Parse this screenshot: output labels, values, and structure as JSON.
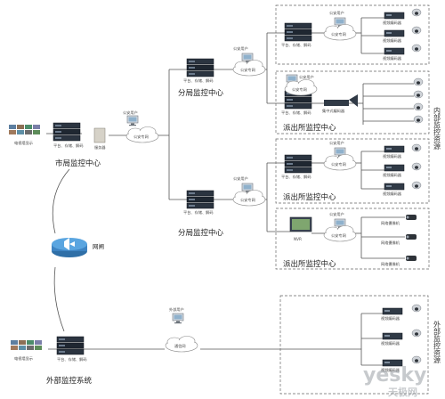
{
  "center": {
    "title": "市局监控中心",
    "monitor_label": "电视墙显示",
    "platform_label": "平台、存储、解码",
    "server_label": "服务器",
    "user_label": "公安用户",
    "network_label": "公安专网"
  },
  "branch_top": {
    "title": "分局监控中心",
    "platform_label": "平台、存储、解码",
    "user_label": "公安用户",
    "network_label": "公安专网"
  },
  "branch_bottom": {
    "title": "分局监控中心",
    "platform_label": "平台、存储、解码",
    "user_label": "公安用户",
    "network_label": "公安专网"
  },
  "stations": [
    {
      "title": "",
      "platform_label": "平台、存储、解码",
      "user_label": "公安用户",
      "network_label": "公安专网",
      "devices": [
        "视频编码器",
        "视频编码器",
        "视频编码器"
      ]
    },
    {
      "title": "派出所监控中心",
      "platform_label": "平台、存储、解码",
      "user_label": "公安用户",
      "network_label": "公安专网",
      "hub_label": "集中式编码器",
      "devices": []
    },
    {
      "title": "派出所监控中心",
      "platform_label": "平台、存储、解码",
      "user_label": "公安用户",
      "network_label": "公安专网",
      "devices": [
        "视频编码器",
        "视频编码器",
        "视频编码器"
      ]
    },
    {
      "title": "派出所监控中心",
      "nvr_label": "NVR",
      "user_label": "公安用户",
      "network_label": "公安专网",
      "devices": [
        "网络摄像机",
        "网络摄像机",
        "网络摄像机"
      ]
    }
  ],
  "external": {
    "title": "外部监控系统",
    "monitor_label": "电视墙显示",
    "platform_label": "平台、存储、解码",
    "user_label": "外部用户",
    "network_label": "通信网",
    "devices": [
      "视频编码器",
      "视频编码器",
      "视频编码器"
    ]
  },
  "gateway": {
    "label": "网闸"
  },
  "side_labels": {
    "internal": "内部监控资源",
    "external": "外部监控资源"
  },
  "watermark": {
    "brand": "yesky",
    "sub": "天极网"
  }
}
